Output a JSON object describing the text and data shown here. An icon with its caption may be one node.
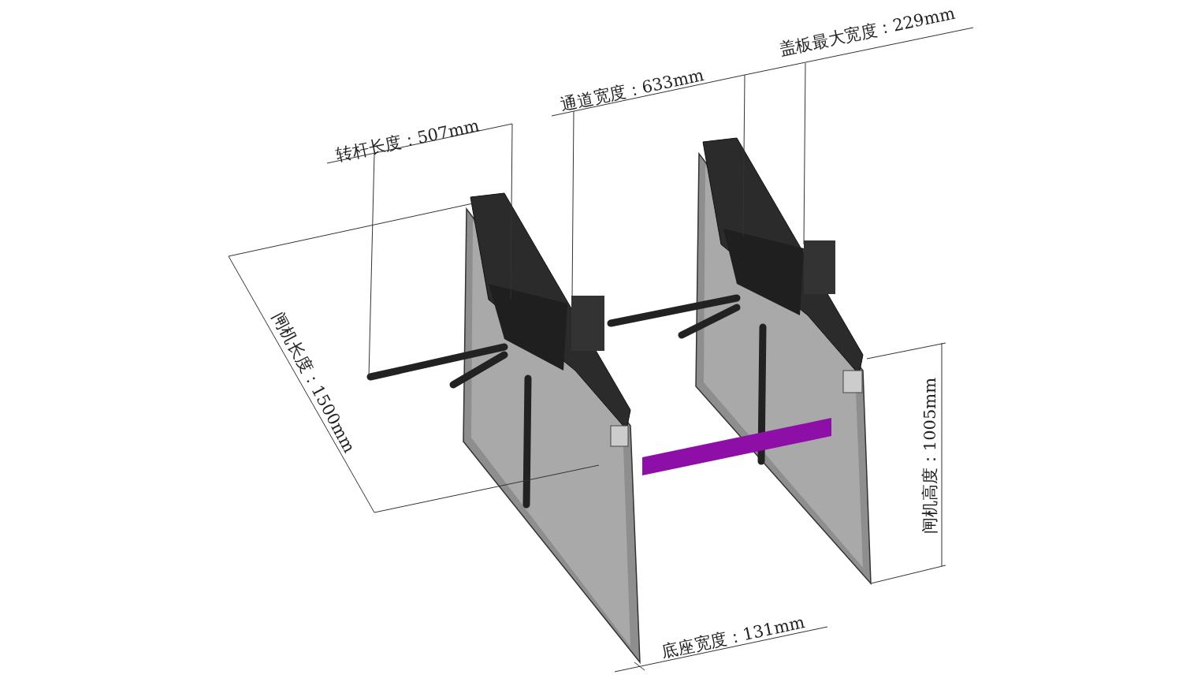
{
  "diagram": {
    "labels": [
      "盖板最大宽度：229mm",
      "通道宽度：633mm",
      "转杆长度：507mm",
      "闸机长度：1500mm",
      "闸机高度：1005mm",
      "底座宽度：131mm"
    ]
  }
}
